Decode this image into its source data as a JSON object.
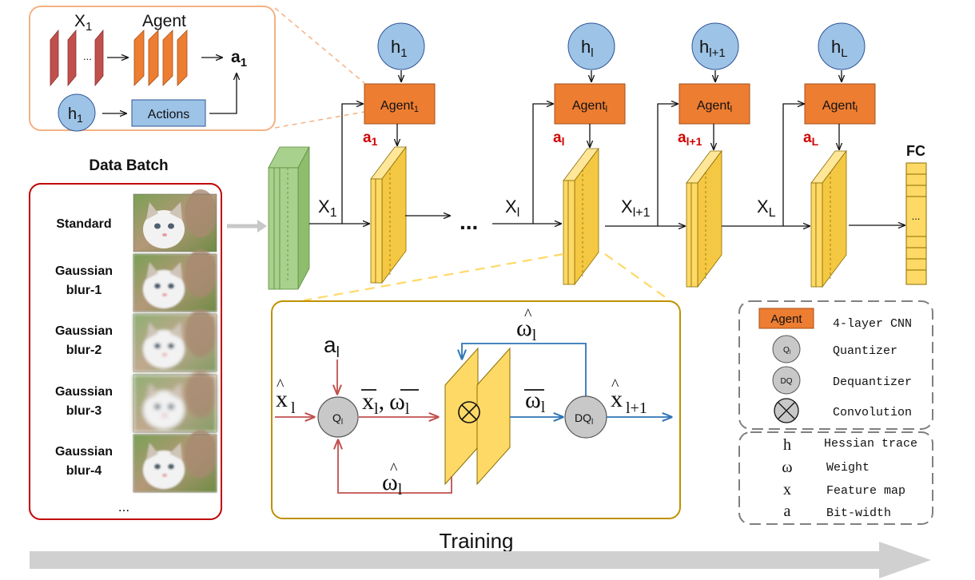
{
  "inset": {
    "x_label": "X",
    "x_sub": "1",
    "agent_label": "Agent",
    "dots": "...",
    "a_label": "a",
    "a_sub": "1",
    "h_label": "h",
    "h_sub": "1",
    "actions_label": "Actions"
  },
  "data_batch": {
    "title": "Data Batch",
    "items": [
      {
        "line1": "Standard",
        "line2": ""
      },
      {
        "line1": "Gaussian",
        "line2": "blur-1"
      },
      {
        "line1": "Gaussian",
        "line2": "blur-2"
      },
      {
        "line1": "Gaussian",
        "line2": "blur-3"
      },
      {
        "line1": "Gaussian",
        "line2": "blur-4"
      }
    ],
    "more": "..."
  },
  "pipeline": {
    "hessians": [
      {
        "base": "h",
        "sub": "1"
      },
      {
        "base": "h",
        "sub": "l"
      },
      {
        "base": "h",
        "sub": "l+1"
      },
      {
        "base": "h",
        "sub": "L"
      }
    ],
    "agents": [
      {
        "base": "Agent",
        "sub": "1"
      },
      {
        "base": "Agent",
        "sub": "l"
      },
      {
        "base": "Agent",
        "sub": "l"
      },
      {
        "base": "Agent",
        "sub": "l"
      }
    ],
    "bitwidths": [
      {
        "base": "a",
        "sub": "1"
      },
      {
        "base": "a",
        "sub": "l"
      },
      {
        "base": "a",
        "sub": "l+1"
      },
      {
        "base": "a",
        "sub": "L"
      }
    ],
    "features": [
      {
        "base": "X",
        "sub": "1"
      },
      {
        "base": "X",
        "sub": "l"
      },
      {
        "base": "X",
        "sub": "l+1"
      },
      {
        "base": "X",
        "sub": "L"
      }
    ],
    "dots": "...",
    "fc_label": "FC",
    "fc_dots": "..."
  },
  "detail": {
    "a_base": "a",
    "a_sub": "l",
    "x_in": "x",
    "x_in_sub": "l",
    "q_label": "Q",
    "q_sub": "l",
    "xbar_w": "x",
    "xbar_sub": "l",
    "comma": ",",
    "wbar": "ω",
    "wbar_sub": "l",
    "w_top": "ω",
    "w_top_sub": "l",
    "w_mid": "ω",
    "w_mid_sub": "l",
    "dq_label": "DQ",
    "dq_sub": "l",
    "x_out": "x",
    "x_out_sub": "l+1",
    "w_bottom": "ω",
    "w_bottom_sub": "l"
  },
  "legend": {
    "agent_symbol": "Agent",
    "agent_desc": "4-layer CNN",
    "q_symbol": "Q",
    "q_symbol_sub": "l",
    "q_desc": "Quantizer",
    "dq_symbol": "DQ",
    "dq_desc": "Dequantizer",
    "conv_desc": "Convolution",
    "h_symbol": "h",
    "h_desc": "Hessian trace",
    "w_symbol": "ω",
    "w_desc": "Weight",
    "x_symbol": "x",
    "x_desc": "Feature map",
    "a_symbol": "a",
    "a_desc": "Bit-width"
  },
  "training_label": "Training",
  "colors": {
    "agent": "#ed7d31",
    "hessian": "#9dc3e6",
    "feature_yellow": "#ffd966",
    "input_green": "#a9d18e",
    "red_flow": "#c0504d",
    "blue_flow": "#2e75b6",
    "gold_border": "#bf9000",
    "inset_border": "#f4b183",
    "batch_border": "#c00000",
    "grey_arrow": "#d0d0d0",
    "circle_grey": "#c8c8c8"
  }
}
